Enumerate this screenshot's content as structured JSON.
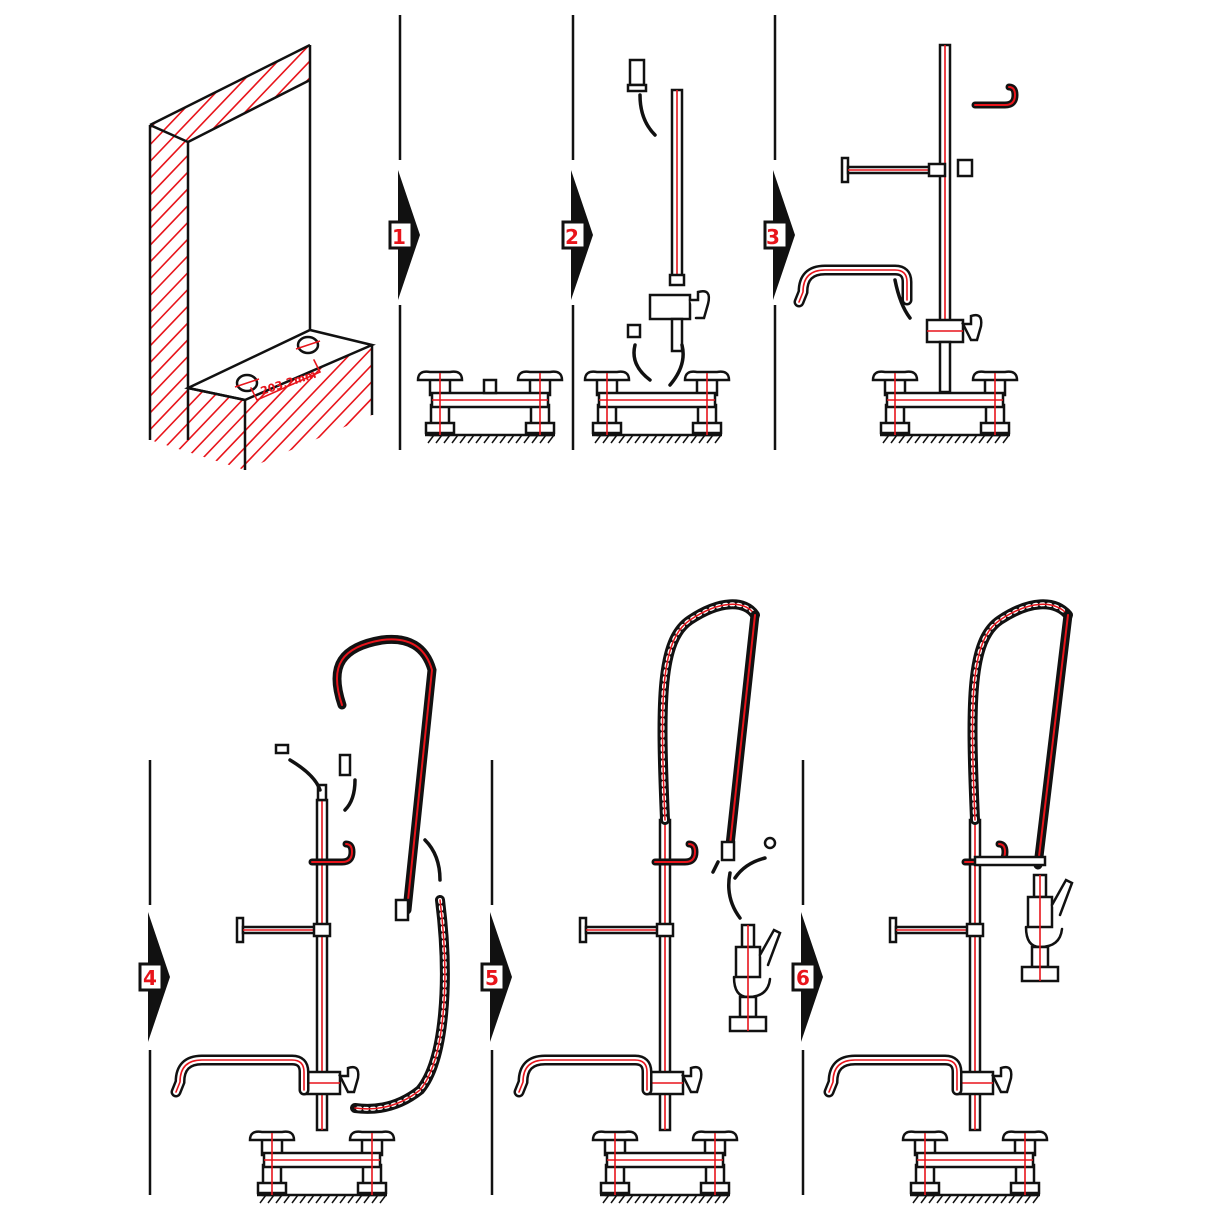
{
  "colors": {
    "line": "#111111",
    "accent": "#e8141b",
    "background": "#ffffff"
  },
  "wall_panel": {
    "dimension_label": "203.2mm"
  },
  "steps": [
    {
      "label": "1"
    },
    {
      "label": "2"
    },
    {
      "label": "3"
    },
    {
      "label": "4"
    },
    {
      "label": "5"
    },
    {
      "label": "6"
    }
  ]
}
